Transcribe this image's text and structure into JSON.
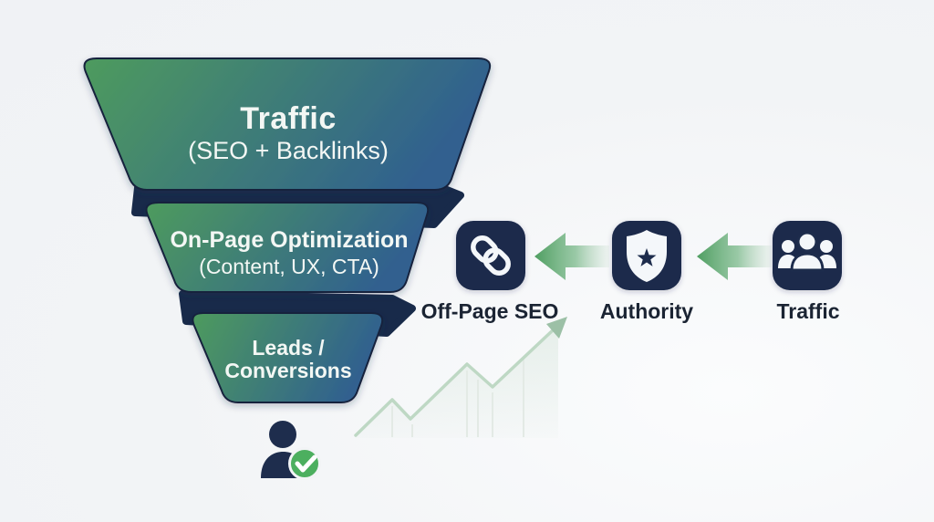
{
  "diagram": {
    "background": "#f2f4f6",
    "funnel": {
      "tiers": [
        {
          "title": "Traffic",
          "subtitle": "(SEO + Backlinks)"
        },
        {
          "title": "On-Page Optimization",
          "subtitle": "(Content, UX, CTA)"
        },
        {
          "title": "Leads /",
          "subtitle": "Conversions"
        }
      ],
      "gradient_from": "#4e9b5e",
      "gradient_to": "#30608f",
      "connector_color": "#182a4a",
      "text_color": "#f3f7f4"
    },
    "flow": {
      "items": [
        {
          "label": "Off-Page SEO",
          "icon": "link-icon"
        },
        {
          "label": "Authority",
          "icon": "shield-star-icon"
        },
        {
          "label": "Traffic",
          "icon": "people-icon"
        }
      ],
      "tile_color": "#1d2c4c",
      "glyph_color": "#f4f7fa",
      "label_color": "#1b2433",
      "arrow_green": "#4f9e61"
    },
    "decor": {
      "growth_line_color": "#bed8c4",
      "growth_arrow_color": "#9cc0a6",
      "gridline_color": "#e3eae5",
      "person_color": "#1e2d4d",
      "check_green": "#4caf5f"
    }
  }
}
